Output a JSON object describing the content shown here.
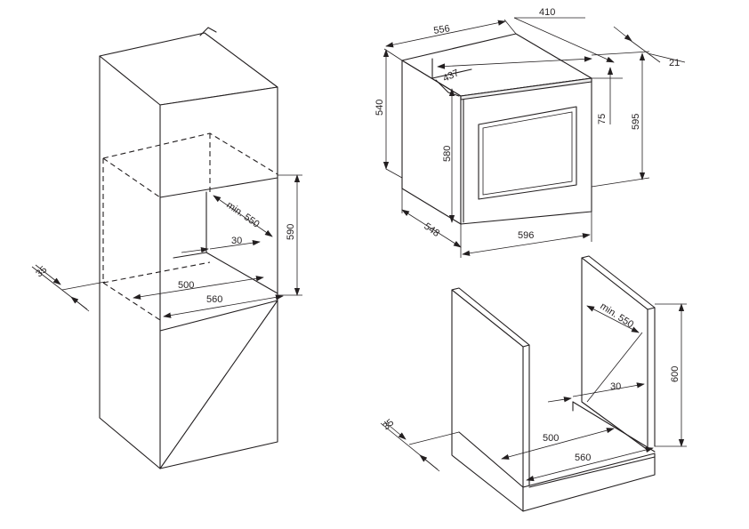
{
  "tall_cabinet": {
    "dims": {
      "depth_min": "min. 550",
      "height": "590",
      "rear_gap": "30",
      "inner_width": "500",
      "outer_width": "560",
      "front_offset": "35"
    }
  },
  "oven": {
    "dims": {
      "width_top": "556",
      "depth_top": "410",
      "front_panel": "21",
      "fascia_depth": "437",
      "body_height": "540",
      "total_height": "595",
      "panel_offset": "75",
      "body_height_580": "580",
      "body_depth": "548",
      "total_width": "596"
    }
  },
  "base_cabinet": {
    "dims": {
      "depth_min": "min. 550",
      "height": "600",
      "rear_gap": "30",
      "inner_width": "500",
      "outer_width": "560",
      "front_offset": "35"
    }
  }
}
